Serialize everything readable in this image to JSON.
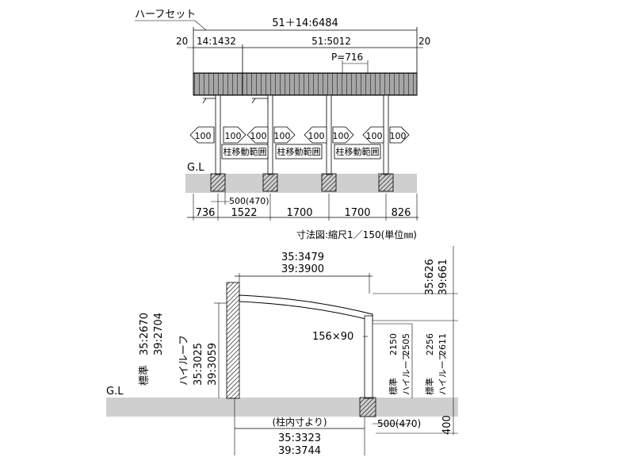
{
  "top": {
    "half_set_label": "ハーフセット",
    "total_dim": "51＋14:6484",
    "left_edge": "20",
    "right_edge": "20",
    "half_width": "14:1432",
    "main_width": "51:5012",
    "pitch": "P=716",
    "move_label": "100",
    "range_label": "柱移動範囲",
    "gl": "G.L",
    "foundation": "500(470)",
    "spans": [
      "736",
      "1522",
      "1700",
      "1700",
      "826"
    ],
    "scale_note": "寸法図:縮尺1／150(単位㎜)"
  },
  "side": {
    "top_dim1": "35:3479",
    "top_dim2": "39:3900",
    "right_top1": "35:626",
    "right_top2": "39:661",
    "left_dims": [
      "標準",
      "35:2670",
      "39:2704",
      "ハイルーフ",
      "35:3025",
      "39:3059"
    ],
    "post_size": "156×90",
    "inner_dims_a": [
      "2150",
      "2505"
    ],
    "inner_dims_b": [
      "2256",
      "2611"
    ],
    "label_std": "標準",
    "label_high": "ハイルーフ",
    "gl": "G.L",
    "foundation": "500(470)",
    "depth": "400",
    "bottom_note": "(柱内寸より)",
    "bottom_dim1": "35:3323",
    "bottom_dim2": "39:3744"
  }
}
